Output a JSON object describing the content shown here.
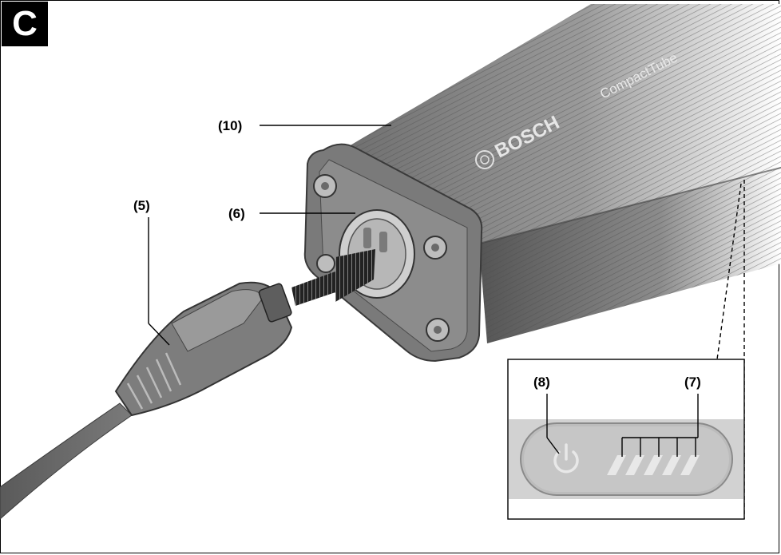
{
  "figure": {
    "badge": "C"
  },
  "product": {
    "brand": "BOSCH",
    "model": "CompactTube"
  },
  "labels": {
    "battery": "(10)",
    "socket": "(6)",
    "plug": "(5)",
    "power_button": "(8)",
    "charge_leds": "(7)"
  },
  "colors": {
    "body_dark": "#555555",
    "body_mid": "#8a8a8a",
    "body_light": "#d8d8d8",
    "leader": "#000000"
  },
  "icons": {
    "power": "power-icon",
    "direction": "insert-arrow-icon"
  }
}
